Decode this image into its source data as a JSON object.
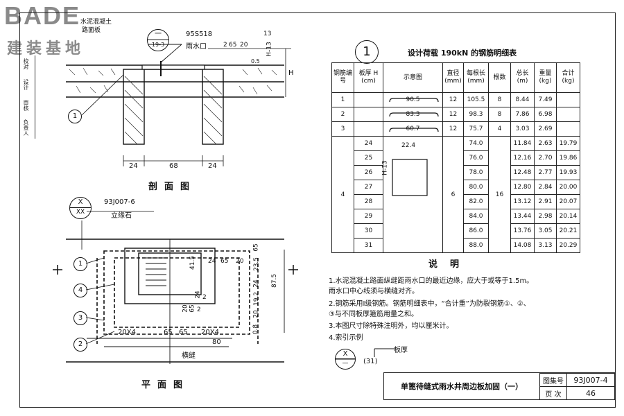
{
  "logo": {
    "main": "BADE",
    "sub": "建装基地"
  },
  "side_column": [
    "校对",
    "设计",
    "审核",
    "负责人"
  ],
  "section_view": {
    "callout_top": {
      "upper": "一",
      "lower": "19-3"
    },
    "ref_label": "95S518",
    "ref_sub": "雨水口",
    "dims_top": [
      "2",
      "65",
      "20",
      "13",
      "H-13",
      "0.5",
      "H"
    ],
    "dims_bottom": [
      "24",
      "68",
      "24"
    ],
    "leader_labels": [
      "水泥混凝土",
      "路面板"
    ],
    "bar_marker": "1",
    "caption": "剖面图"
  },
  "plan_view": {
    "callout": {
      "upper": "X",
      "lower": "XX"
    },
    "ref_label": "93J007-6",
    "ref_sub": "立缘石",
    "markers": [
      "1",
      "4",
      "3",
      "2"
    ],
    "dims_vertical_right": [
      "65",
      "23.5",
      "87.5",
      "24",
      "19.2",
      "20",
      "0.8"
    ],
    "dims_top": [
      "24",
      "65",
      "20"
    ],
    "dims_inner": [
      "41.5",
      "24",
      "2",
      "20",
      "65",
      "2"
    ],
    "dims_bottom": [
      "20X4",
      "65",
      "65",
      "20X4",
      "80"
    ],
    "joint_label": "横缝",
    "caption": "平面图"
  },
  "table": {
    "number": "1",
    "title": "设计荷载 190kN 的钢筋明细表",
    "headers": [
      "钢筋编号",
      "板厚 H (cm)",
      "示意图",
      "直径 (mm)",
      "每根长 (mm)",
      "根数",
      "总长 (m)",
      "重量 (kg)",
      "合计 (kg)"
    ],
    "simple_rows": [
      {
        "no": "1",
        "h": "",
        "shape": "90.5",
        "dia": "12",
        "len": "105.5",
        "count": "8",
        "total": "8.44",
        "weight": "7.49",
        "sum": ""
      },
      {
        "no": "2",
        "h": "",
        "shape": "83.3",
        "dia": "12",
        "len": "98.3",
        "count": "8",
        "total": "7.86",
        "weight": "6.98",
        "sum": ""
      },
      {
        "no": "3",
        "h": "",
        "shape": "60.7",
        "dia": "12",
        "len": "75.7",
        "count": "4",
        "total": "3.03",
        "weight": "2.69",
        "sum": ""
      }
    ],
    "group4": {
      "no": "4",
      "shape_top": "22.4",
      "shape_side": "H-13",
      "dia": "6",
      "count": "16",
      "rows": [
        {
          "h": "24",
          "len": "74.0",
          "total": "11.84",
          "weight": "2.63",
          "sum": "19.79"
        },
        {
          "h": "25",
          "len": "76.0",
          "total": "12.16",
          "weight": "2.70",
          "sum": "19.86"
        },
        {
          "h": "26",
          "len": "78.0",
          "total": "12.48",
          "weight": "2.77",
          "sum": "19.93"
        },
        {
          "h": "27",
          "len": "80.0",
          "total": "12.80",
          "weight": "2.84",
          "sum": "20.00"
        },
        {
          "h": "28",
          "len": "82.0",
          "total": "13.12",
          "weight": "2.91",
          "sum": "20.07"
        },
        {
          "h": "29",
          "len": "84.0",
          "total": "13.44",
          "weight": "2.98",
          "sum": "20.14"
        },
        {
          "h": "30",
          "len": "86.0",
          "total": "13.76",
          "weight": "3.05",
          "sum": "20.21"
        },
        {
          "h": "31",
          "len": "88.0",
          "total": "14.08",
          "weight": "3.13",
          "sum": "20.29"
        }
      ]
    }
  },
  "notes": {
    "title": "说明",
    "items": [
      "1.水泥混凝土路面纵缝距雨水口的最近边缘，应大于或等于1.5m。",
      "   雨水口中心线须与横缝对齐。",
      "2.钢筋采用Ⅰ级钢筋。钢筋明细表中，“合计重”为防裂钢筋①、②、",
      "   ③与不同板厚箍筋用量之和。",
      "3.本图尺寸除特殊注明外，均以厘米计。",
      "4.索引示例"
    ],
    "example": {
      "upper": "X",
      "lower": "—",
      "tag": "(31)",
      "label": "板厚"
    }
  },
  "title_block": {
    "title": "单篦待缝式雨水井周边板加固（一）",
    "atlas_label": "图集号",
    "atlas_value": "93J007-4",
    "page_label": "页 次",
    "page_value": "46"
  }
}
